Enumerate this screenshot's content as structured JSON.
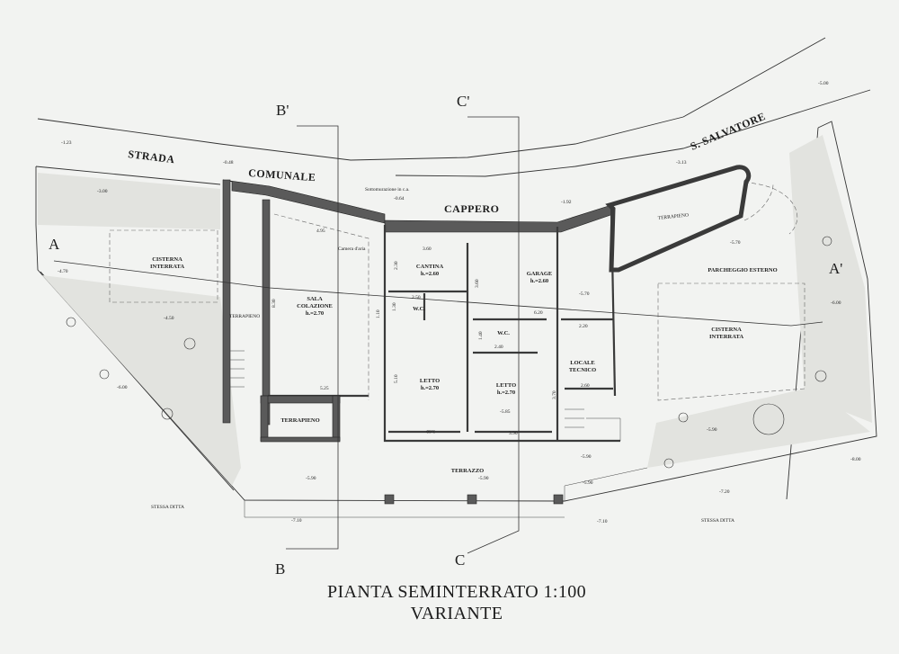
{
  "title": {
    "line1": "PIANTA SEMINTERRATO 1:100",
    "line2": "VARIANTE"
  },
  "streets": {
    "strada": "STRADA",
    "comunale": "COMUNALE",
    "cappero": "CAPPERO",
    "salvatore": "S. SALVATORE"
  },
  "sections": {
    "b_prime": "B'",
    "b": "B",
    "c_prime": "C'",
    "c": "C",
    "a": "A",
    "a_prime": "A'"
  },
  "rooms": {
    "sala_l1": "SALA",
    "sala_l2": "COLAZIONE",
    "sala_h": "h.=2.70",
    "cantina": "CANTINA",
    "cantina_h": "h.=2.60",
    "garage": "GARAGE",
    "garage_h": "h.=2.60",
    "wc1": "W.C.",
    "wc2": "W.C.",
    "letto1": "LETTO",
    "letto1_h": "h.=2.70",
    "letto2": "LETTO",
    "letto2_h": "h.=2.70",
    "locale_l1": "LOCALE",
    "locale_l2": "TECNICO",
    "terrapieno_left": "TERRAPIENO",
    "terrapieno_box": "TERRAPIENO",
    "terrapieno_right": "TERRAPIENO",
    "cisterna_left_l1": "CISTERNA",
    "cisterna_left_l2": "INTERRATA",
    "cisterna_right_l1": "CISTERNA",
    "cisterna_right_l2": "INTERRATA",
    "parcheggio": "PARCHEGGIO ESTERNO",
    "terrazzo": "TERRAZZO",
    "stessa_left": "STESSA DITTA",
    "stessa_right": "STESSA DITTA"
  },
  "notes": {
    "sottomurazione": "Sottomurazione in c.a.",
    "camera": "Camera d'aria"
  },
  "elevations": {
    "e1": "-1.23",
    "e2": "-0.48",
    "e3": "-3.00",
    "e4": "-0.64",
    "e5": "-1.92",
    "e6": "-3.13",
    "e7": "-5.00",
    "e8": "-4.70",
    "e9": "-4.50",
    "e10": "-6.00",
    "e11": "-5.70",
    "e12": "-5.70",
    "e13": "-6.00",
    "e14": "-5.85",
    "e15": "-5.90",
    "e16": "-5.90",
    "e17": "-5.90",
    "e18": "-5.90",
    "e19": "-7.10",
    "e20": "-7.10",
    "e21": "-7.20",
    "e22": "-8.00",
    "e23": "-5.90"
  },
  "dimensions": {
    "d1": "4.95",
    "d2": "3.60",
    "d3": "2.30",
    "d4": "3.60",
    "d5": "8.30",
    "d6": "2.50",
    "d7": "1.30",
    "d8": "1.10",
    "d9": "6.20",
    "d10": "2.20",
    "d11": "1.40",
    "d12": "2.40",
    "d13": "5.25",
    "d14": "5.10",
    "d15": "2.60",
    "d16": "3.70",
    "d17": "3.90",
    "d18": "3.60"
  }
}
